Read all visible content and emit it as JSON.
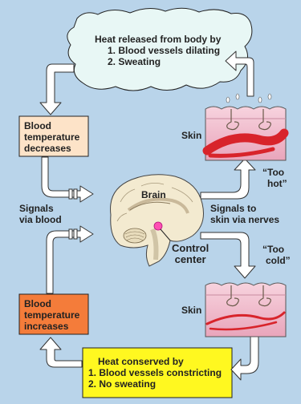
{
  "heat_released": {
    "title": "Heat released from body by",
    "items": [
      "1.  Blood vessels dilating",
      "2.  Sweating"
    ]
  },
  "heat_conserved": {
    "title": "Heat conserved by",
    "items": [
      "1.  Blood vessels constricting",
      "2.  No sweating"
    ]
  },
  "temp_decreases": [
    "Blood",
    "temperature",
    "decreases"
  ],
  "temp_increases": [
    "Blood",
    "temperature",
    "increases"
  ],
  "skin_top": "Skin",
  "skin_bottom": "Skin",
  "too_hot": [
    "“Too",
    "hot”"
  ],
  "too_cold": [
    "“Too",
    "cold”"
  ],
  "signals_blood": [
    "Signals",
    "via blood"
  ],
  "signals_nerves": [
    "Signals to",
    "skin via nerves"
  ],
  "brain": "Brain",
  "control_center": [
    "Control",
    "center"
  ],
  "colors": {
    "background": "#b9d4ea",
    "arrow": "#ffffff",
    "heat_released_box": "#e8f7f5",
    "heat_conserved_box": "#fff820",
    "temp_decreases_box": "#fde3c8",
    "temp_increases_box": "#f47c3a",
    "skin": "#f1b9cc",
    "blood_vessel": "#d8242b",
    "brain": "#f3ead0"
  }
}
